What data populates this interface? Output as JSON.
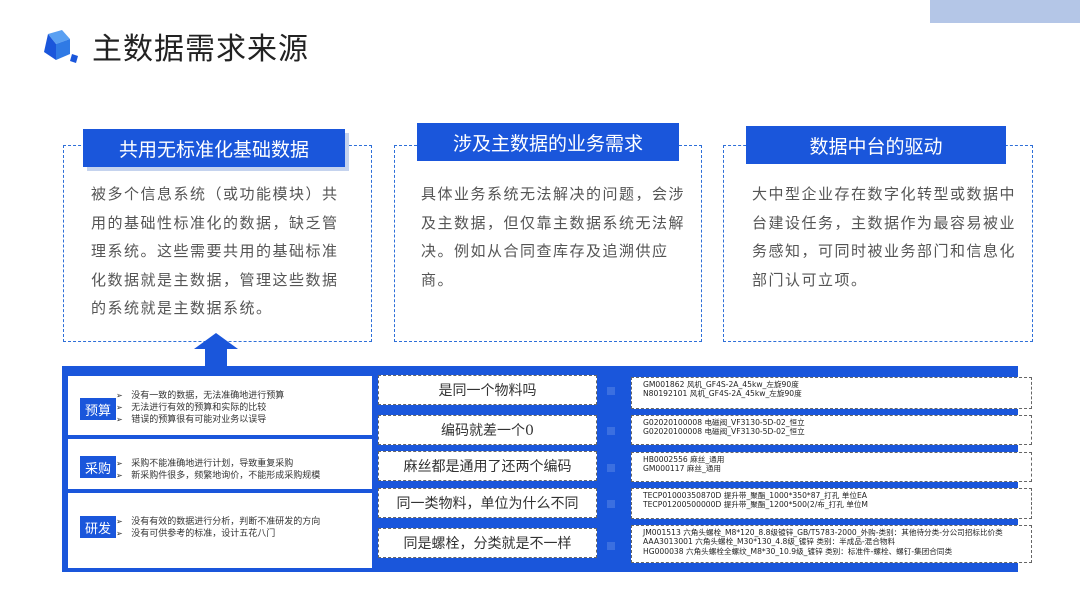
{
  "page": {
    "title": "主数据需求来源"
  },
  "cards": [
    {
      "title": "共用无标准化基础数据",
      "text": "被多个信息系统（或功能模块）共用的基础性标准化的数据，缺乏管理系统。这些需要共用的基础标准化数据就是主数据，管理这些数据的系统就是主数据系统。"
    },
    {
      "title": "涉及主数据的业务需求",
      "text": "具体业务系统无法解决的问题，会涉及主数据，但仅靠主数据系统无法解决。例如从合同查库存及追溯供应商。"
    },
    {
      "title": "数据中台的驱动",
      "text": "大中型企业存在数字化转型或数据中台建设任务，主数据作为最容易被业务感知，可同时被业务部门和信息化部门认可立项。"
    }
  ],
  "categories": [
    {
      "label": "预算",
      "bullets": [
        "没有一致的数据，无法准确地进行预算",
        "无法进行有效的预算和实际的比较",
        "错误的预算很有可能对业务以误导"
      ]
    },
    {
      "label": "采购",
      "bullets": [
        "采购不能准确地进行计划，导致重复采购",
        "新采购件很多，频繁地询价，不能形成采购规模"
      ]
    },
    {
      "label": "研发",
      "bullets": [
        "没有有效的数据进行分析，判断不准研发的方向",
        "没有可供参考的标准，设计五花八门"
      ]
    }
  ],
  "questions": [
    "是同一个物料吗",
    "编码就差一个0",
    "麻丝都是通用了还两个编码",
    "同一类物料，单位为什么不同",
    "同是螺栓，分类就是不一样"
  ],
  "examples": [
    [
      "GM001862 风机_GF4S-2A_45kw_左旋90度",
      "N80192101 风机_GF4S-2A_45kw_左旋90度"
    ],
    [
      "G02020100008 电磁阀_VF3130-5D-02_恒立",
      "G02020100008 电磁阀_VF3130-5D-02_恒立"
    ],
    [
      "HB0002556 麻丝_通用",
      "GM000117 麻丝_通用"
    ],
    [
      "TECP01000350870D 提升带_聚酯_1000*350*87_打孔 单位EA",
      "TECP01200500000D 提升带_聚酯_1200*500(2/布_打孔 单位M"
    ],
    [
      "JM001513 六角头螺栓_M8*120_8.8级镀锌_GB/T5783-2000_外购-类别：其他待分类-分公司招标比价类",
      "AAA3013001 六角头螺栓_M30*130_4.8级_镀锌 类别：半成品-混合物料",
      "HG000038 六角头螺栓全螺纹_M8*30_10.9级_镀锌 类别：标准件-螺栓、螺钉-集团合同类"
    ]
  ],
  "colors": {
    "accent": "#1a56db",
    "top_bar": "#b4c6e7"
  }
}
